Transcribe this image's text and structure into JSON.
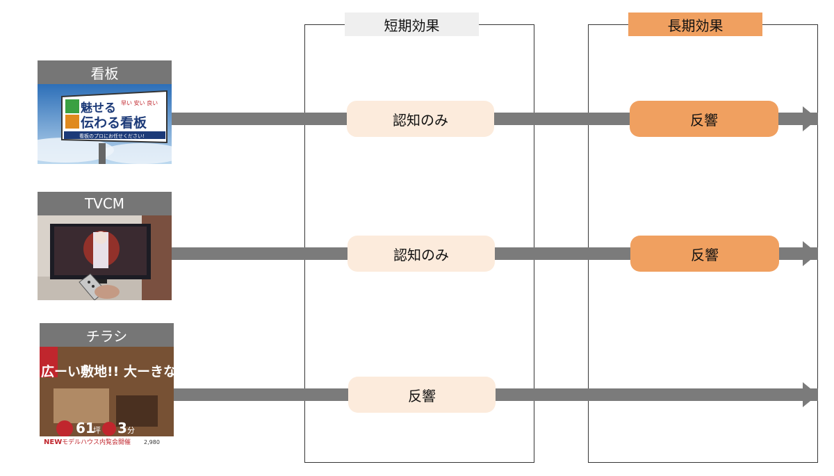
{
  "columns": {
    "short": {
      "label": "短期効果",
      "header_color": "#efefef"
    },
    "long": {
      "label": "長期効果",
      "header_color": "#f0a060"
    }
  },
  "media": [
    {
      "label": "看板",
      "image": {
        "line1": "魅せる",
        "line2": "伝わる看板",
        "badge": "早い 安い 良い",
        "footer": "看板のプロにお任せください!"
      },
      "short": "認知のみ",
      "long": "反響"
    },
    {
      "label": "TVCM",
      "image": {},
      "short": "認知のみ",
      "long": "反響"
    },
    {
      "label": "チラシ",
      "image": {
        "headline": "広ーい敷地!! 大ーきな家!!",
        "stat1": "61",
        "stat1_unit": "坪",
        "stat2": "3",
        "stat2_unit": "分",
        "footer_new": "NEW",
        "footer_text": "モデルハウス内覧会開催",
        "price": "2,980"
      },
      "short": "反響",
      "long": ""
    }
  ],
  "colors": {
    "arrow": "#7b7b7b",
    "label_bg": "#767676",
    "pill_light": "#fcebdc",
    "pill_dark": "#f0a060"
  }
}
